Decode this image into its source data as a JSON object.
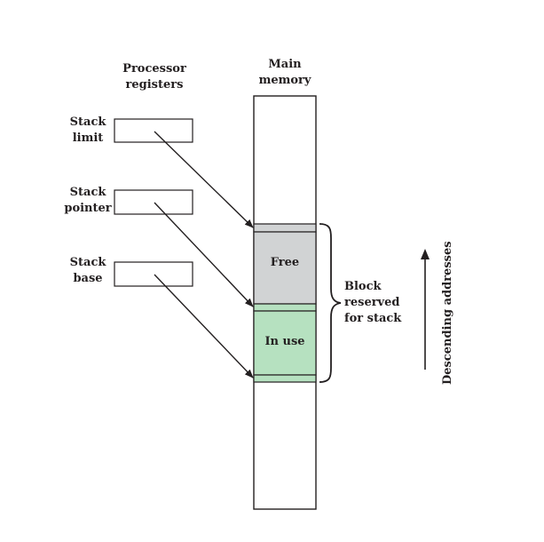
{
  "headings": {
    "processor_registers": [
      "Processor",
      "registers"
    ],
    "main_memory": [
      "Main",
      "memory"
    ]
  },
  "registers": [
    {
      "label": [
        "Stack",
        "limit"
      ]
    },
    {
      "label": [
        "Stack",
        "pointer"
      ]
    },
    {
      "label": [
        "Stack",
        "base"
      ]
    }
  ],
  "memory_regions": {
    "free": "Free",
    "in_use": "In use"
  },
  "brace_label": [
    "Block",
    "reserved",
    "for stack"
  ],
  "axis_label": "Descending addresses",
  "colors": {
    "ink": "#231f20",
    "free_fill": "#d1d3d4",
    "in_use_fill": "#b6e1c0"
  }
}
